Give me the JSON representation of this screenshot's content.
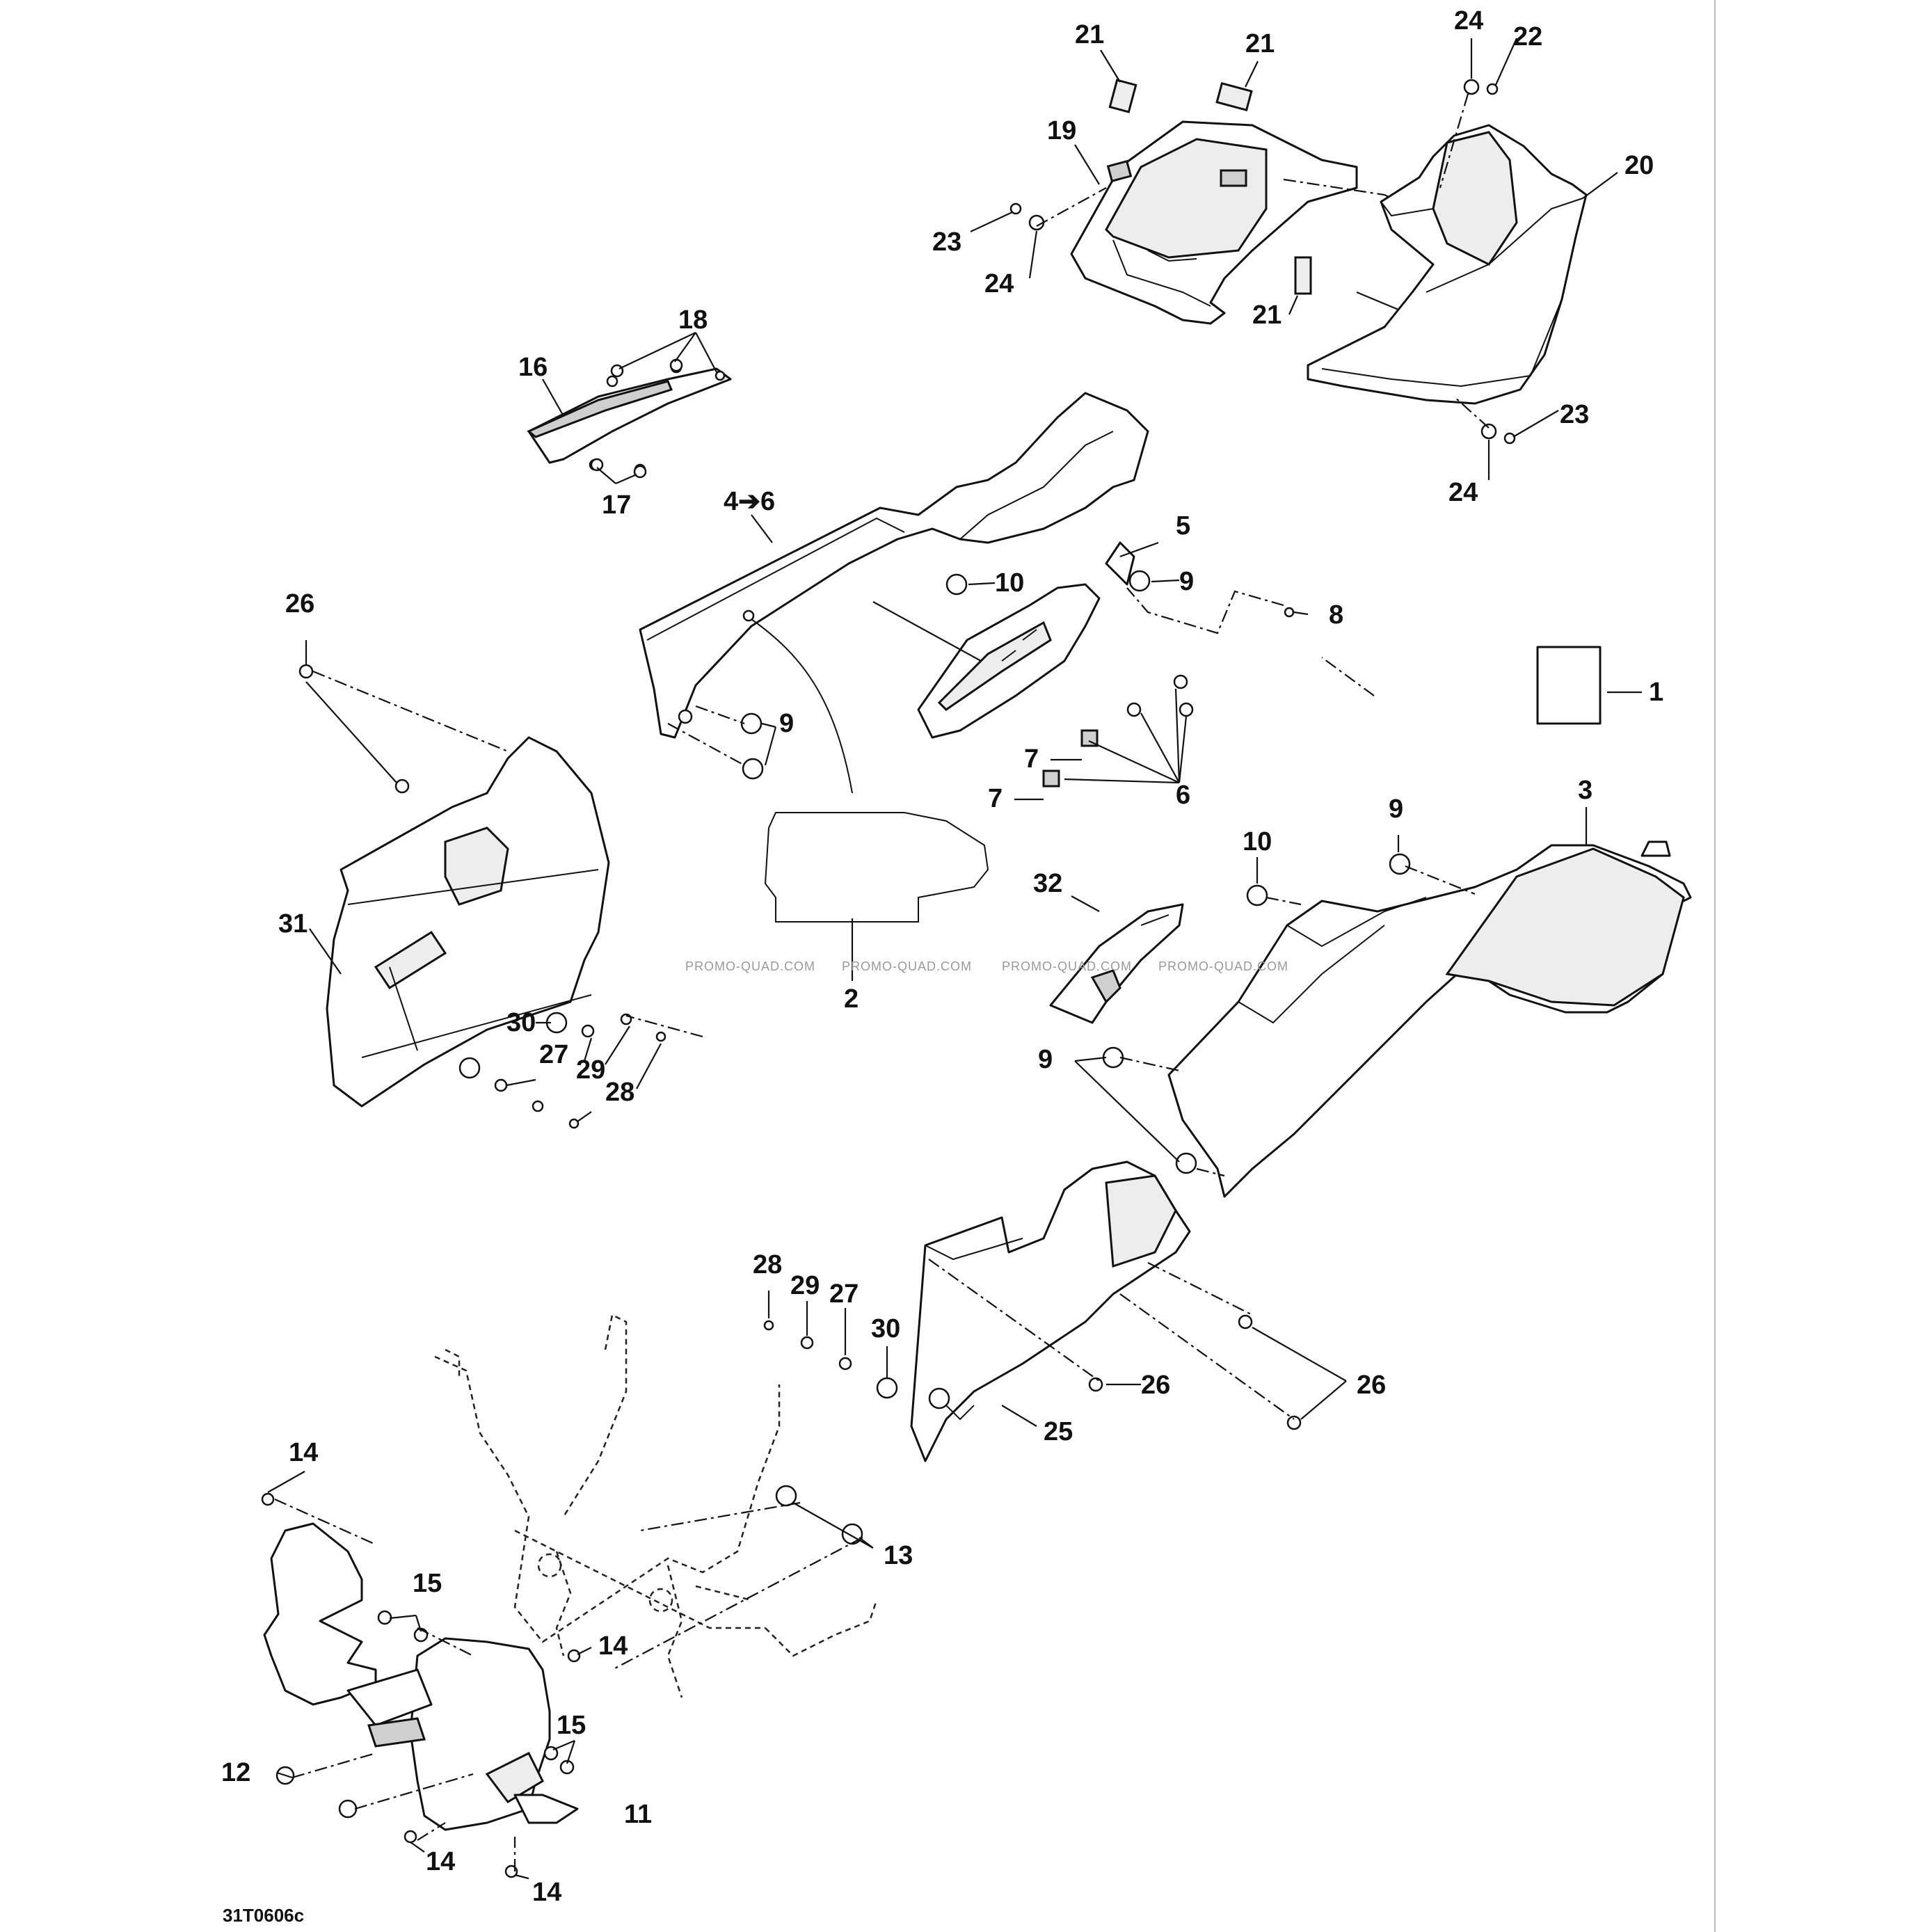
{
  "diagram": {
    "drawing_code": "31T0606c",
    "watermarks": [
      "PROMO-QUAD.COM",
      "PROMO-QUAD.COM",
      "PROMO-QUAD.COM",
      "PROMO-QUAD.COM"
    ],
    "callouts": {
      "c1": "1",
      "c2": "2",
      "c3": "3",
      "c4": "4➔6",
      "c5": "5",
      "c6": "6",
      "c7a": "7",
      "c7b": "7",
      "c8": "8",
      "c9a": "9",
      "c9b": "9",
      "c9c": "9",
      "c9d": "9",
      "c10a": "10",
      "c10b": "10",
      "c11": "11",
      "c12": "12",
      "c13": "13",
      "c14a": "14",
      "c14b": "14",
      "c14c": "14",
      "c14d": "14",
      "c15a": "15",
      "c15b": "15",
      "c16": "16",
      "c17": "17",
      "c18": "18",
      "c19": "19",
      "c20": "20",
      "c21a": "21",
      "c21b": "21",
      "c21c": "21",
      "c22": "22",
      "c23a": "23",
      "c23b": "23",
      "c24a": "24",
      "c24b": "24",
      "c24c": "24",
      "c25": "25",
      "c26a": "26",
      "c26b": "26",
      "c26c": "26",
      "c27a": "27",
      "c27b": "27",
      "c28a": "28",
      "c28b": "28",
      "c29a": "29",
      "c29b": "29",
      "c30a": "30",
      "c30b": "30",
      "c31": "31",
      "c32": "32"
    }
  }
}
